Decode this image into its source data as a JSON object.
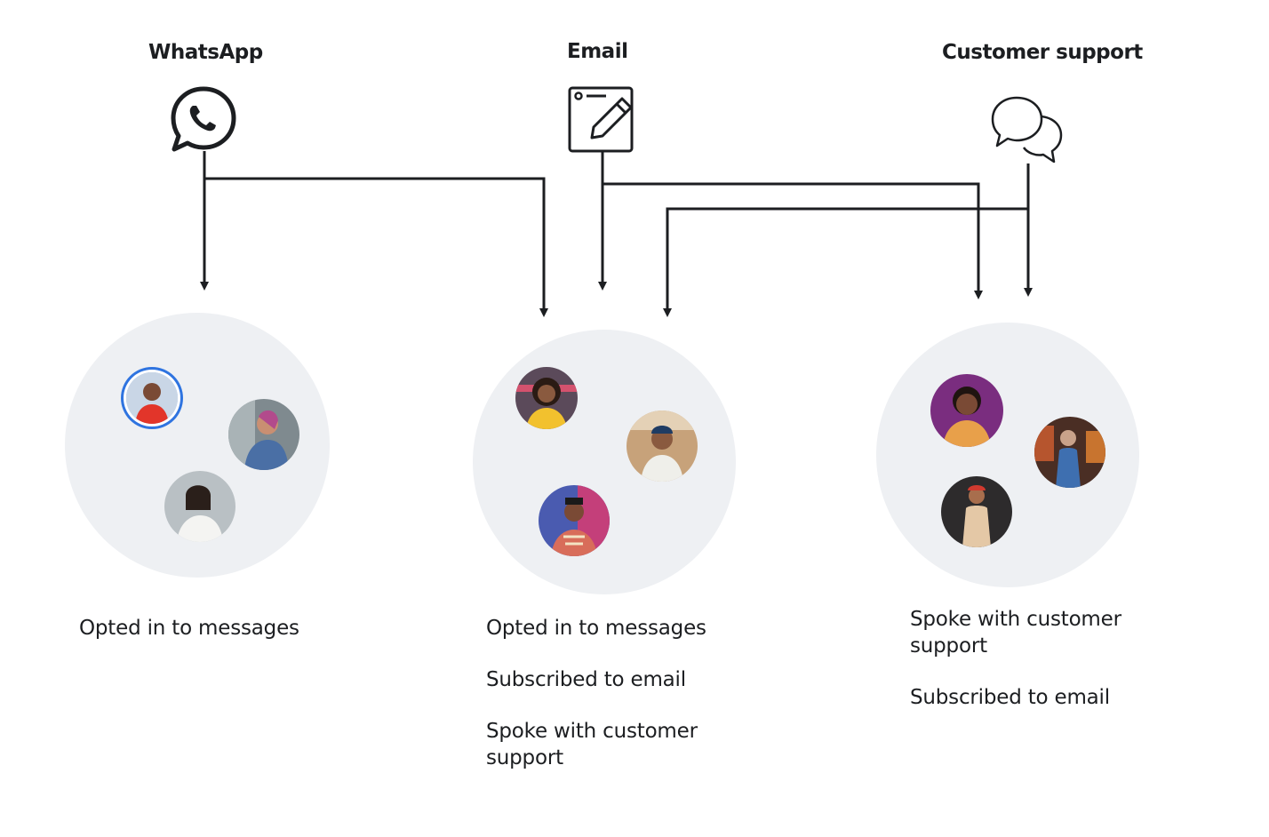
{
  "channels": {
    "whatsapp": {
      "title": "WhatsApp",
      "icon": "whatsapp-icon"
    },
    "email": {
      "title": "Email",
      "icon": "email-compose-icon"
    },
    "support": {
      "title": "Customer support",
      "icon": "chat-bubbles-icon"
    }
  },
  "groups": [
    {
      "attributes": [
        "Opted in to messages"
      ]
    },
    {
      "attributes": [
        "Opted in to messages",
        "Subscribed to email",
        "Spoke with customer support"
      ]
    },
    {
      "attributes": [
        "Spoke with customer support",
        "Subscribed to email"
      ]
    }
  ],
  "colors": {
    "line": "#1c1e21",
    "circle_fill": "#eef0f3",
    "highlight_ring": "#2f74e0"
  }
}
